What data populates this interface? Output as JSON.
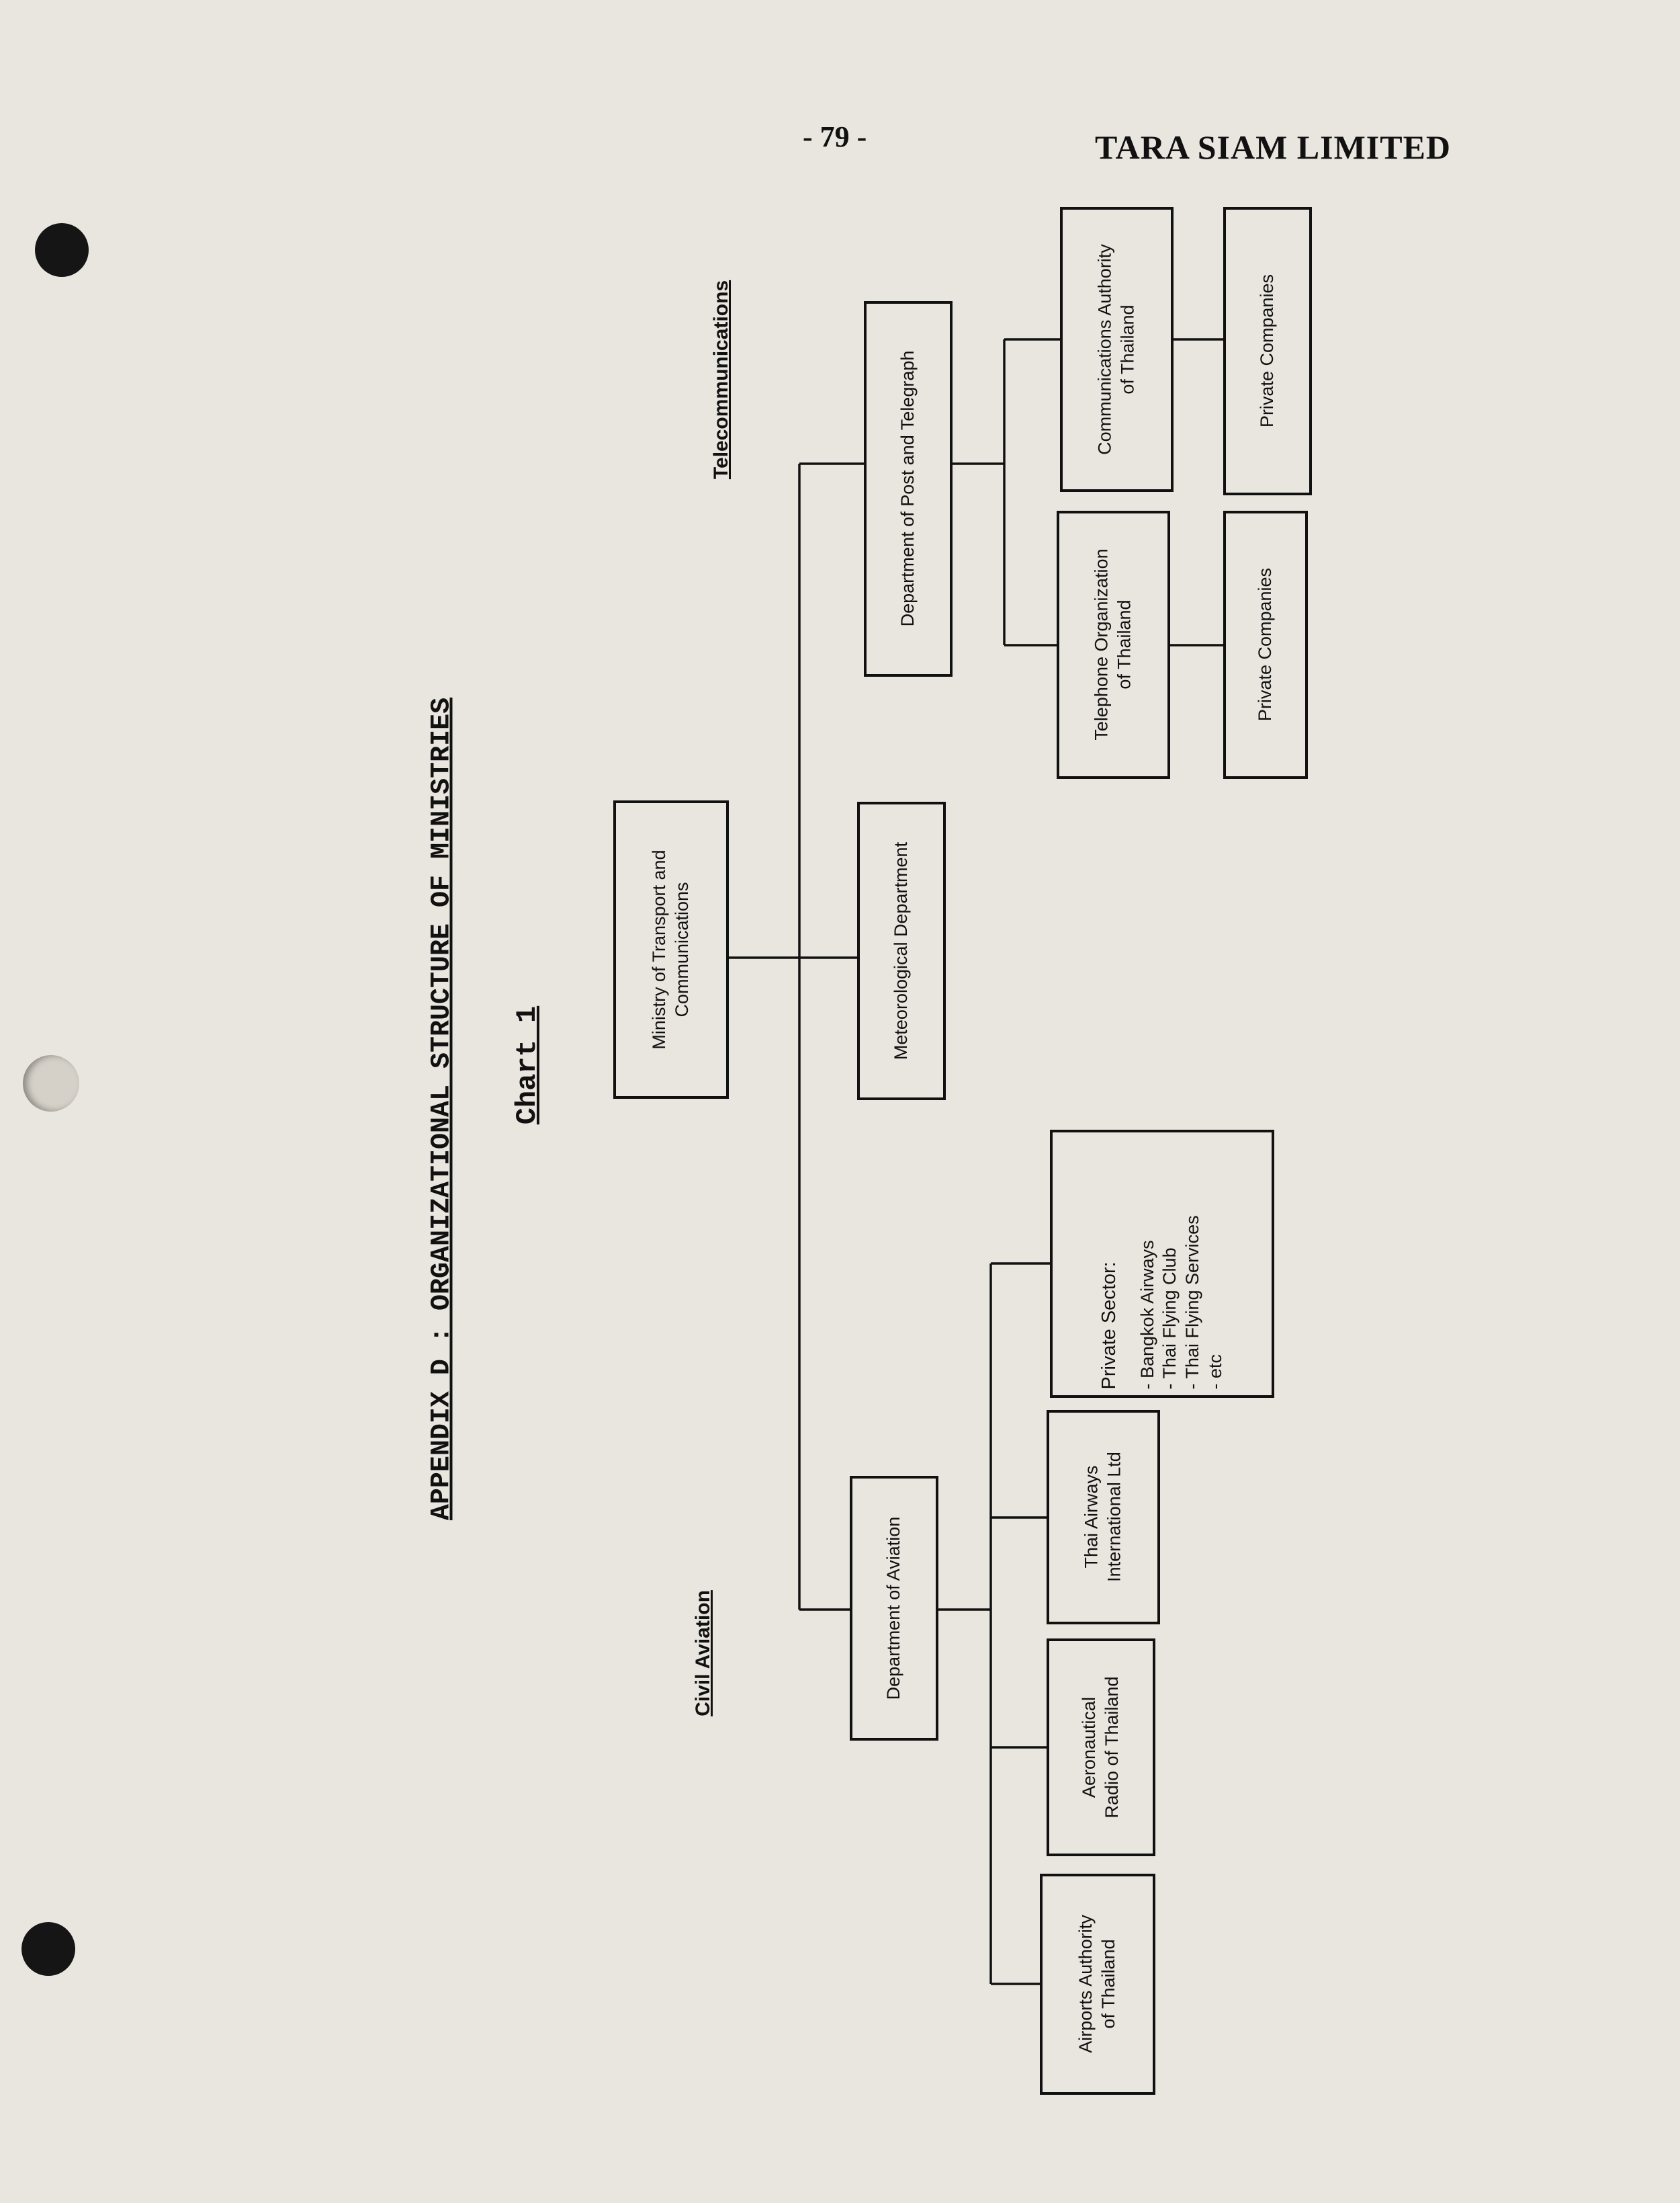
{
  "header": {
    "page_number": "- 79 -",
    "company": "TARA SIAM LIMITED"
  },
  "title": "APPENDIX D : ORGANIZATIONAL STRUCTURE OF MINISTRIES",
  "chart_label": "Chart 1",
  "sections": {
    "civil_aviation": "Civil Aviation",
    "telecommunications": "Telecommunications"
  },
  "boxes": {
    "ministry": {
      "line1": "Ministry of Transport and",
      "line2": "Communications"
    },
    "dept_aviation": {
      "line1": "Department of Aviation"
    },
    "met_dept": {
      "line1": "Meteorological Department"
    },
    "dept_post": {
      "line1": "Department of Post and Telegraph"
    },
    "airports": {
      "line1": "Airports Authority",
      "line2": "of Thailand"
    },
    "aero_radio": {
      "line1": "Aeronautical",
      "line2": "Radio of Thailand"
    },
    "thai_airways": {
      "line1": "Thai Airways",
      "line2": "International Ltd"
    },
    "private_sector": {
      "title": "Private Sector:",
      "items": [
        "- Bangkok Airways",
        "- Thai Flying Club",
        "- Thai Flying Services",
        "- etc"
      ]
    },
    "tot": {
      "line1": "Telephone Organization",
      "line2": "of Thailand"
    },
    "cat": {
      "line1": "Communications Authority",
      "line2": "of Thailand"
    },
    "private_tot": {
      "line1": "Private Companies"
    },
    "private_cat": {
      "line1": "Private Companies"
    }
  }
}
